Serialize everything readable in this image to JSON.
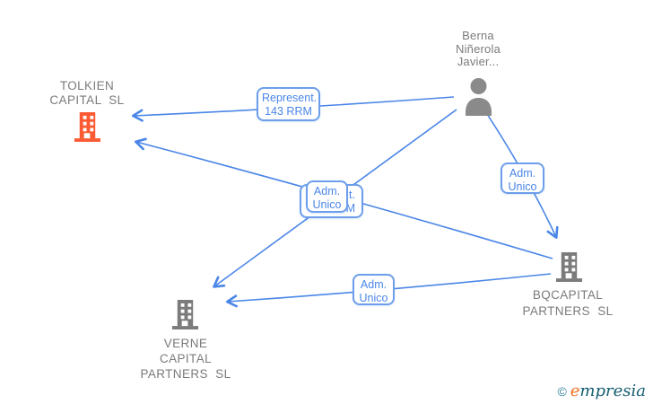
{
  "person": {
    "name_lines": [
      "Berna",
      "Niñerola",
      "Javier..."
    ]
  },
  "companies": {
    "tolkien": {
      "name_lines": [
        "TOLKIEN",
        "CAPITAL  SL"
      ],
      "icon_color": "#fb5a32"
    },
    "bqcapital": {
      "name_lines": [
        "BQCAPITAL",
        "PARTNERS  SL"
      ],
      "icon_color": "#7b7b7b"
    },
    "verne": {
      "name_lines": [
        "VERNE",
        "CAPITAL",
        "PARTNERS  SL"
      ],
      "icon_color": "#7b7b7b"
    }
  },
  "edge_labels": {
    "represent_person_tolkien": [
      "Represent.",
      "143 RRM"
    ],
    "adm_unico_mid": [
      "Adm.",
      "Unico"
    ],
    "adm_unico_right": [
      "Adm.",
      "Unico"
    ],
    "adm_unico_bottom": [
      "Adm.",
      "Unico"
    ],
    "hidden_label_visible_fragments": [
      "t.",
      "M"
    ]
  },
  "footer": {
    "copyright_symbol": "©",
    "brand_first_letter": "e",
    "brand_rest": "mpresia"
  },
  "colors": {
    "edge_blue": "#4a86e8",
    "label_border_blue": "#6d9eeb",
    "company_text_gray": "#7b7b7b",
    "icon_gray": "#8a8a8a",
    "tolkien_orange": "#fb5a32",
    "brand_orange": "#f26f21",
    "brand_teal": "#155e70"
  }
}
